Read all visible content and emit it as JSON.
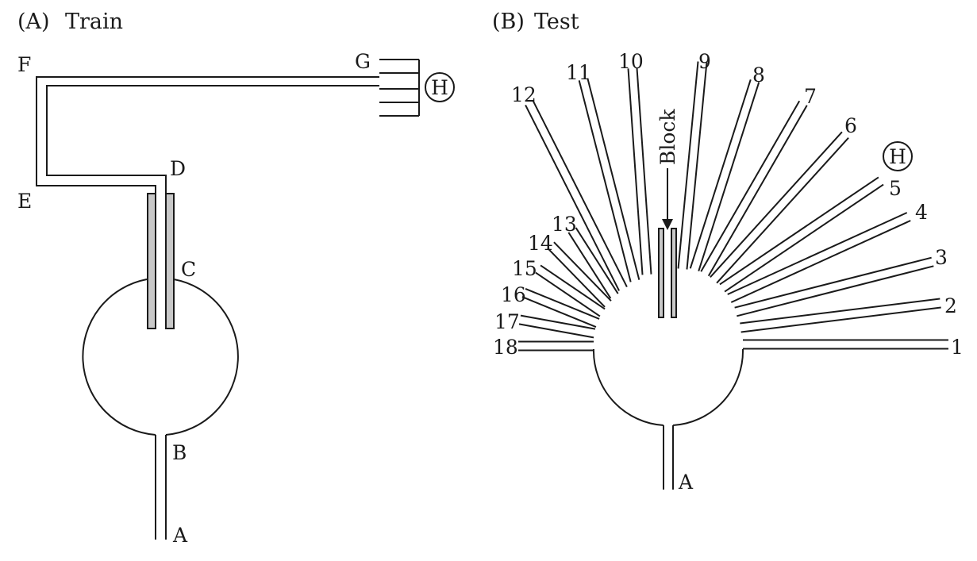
{
  "panels": [
    {
      "label": "(A)",
      "title": "Train"
    },
    {
      "label": "(B)",
      "title": "Test"
    }
  ],
  "train": {
    "labels": {
      "A": "A",
      "B": "B",
      "C": "C",
      "D": "D",
      "E": "E",
      "F": "F",
      "G": "G",
      "H": "H"
    }
  },
  "test": {
    "arm_labels": [
      "1",
      "2",
      "3",
      "4",
      "5",
      "6",
      "7",
      "8",
      "9",
      "10",
      "11",
      "12",
      "13",
      "14",
      "15",
      "16",
      "17",
      "18"
    ],
    "goal_label": "H",
    "start_label": "A",
    "block_label": "Block"
  },
  "colors": {
    "ink": "#1a1a1a",
    "block_fill": "#c8c8c8",
    "background": "#ffffff"
  }
}
